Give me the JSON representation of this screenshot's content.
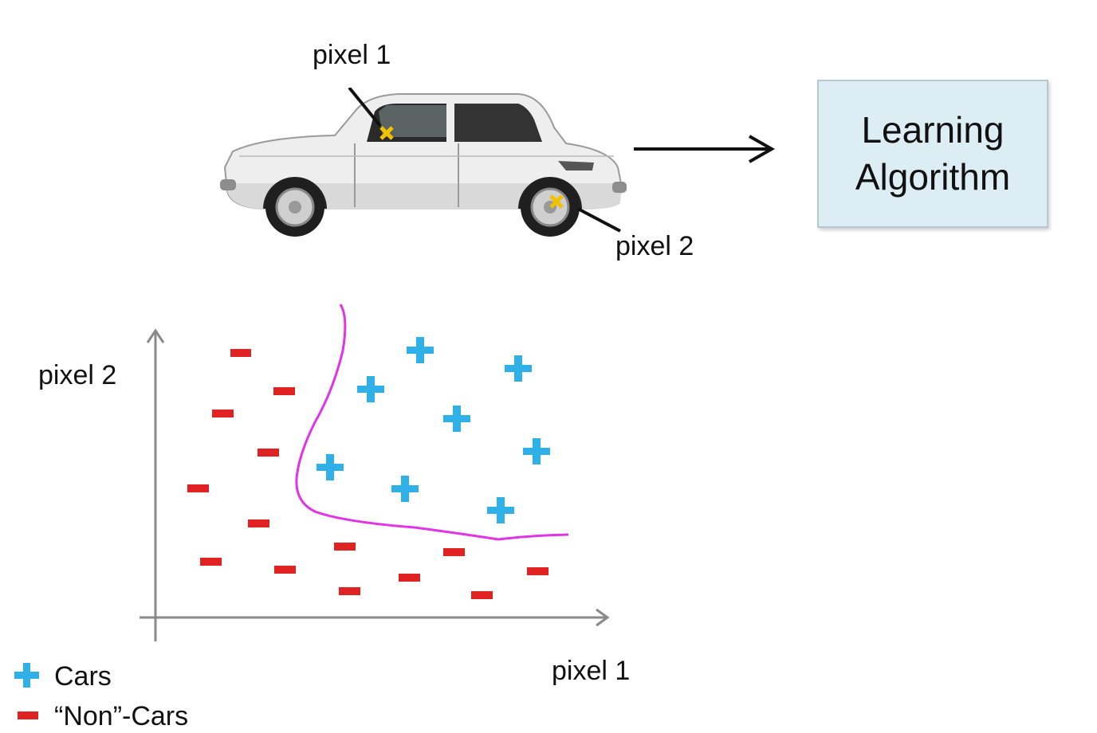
{
  "car": {
    "pixel1_label": "pixel 1",
    "pixel2_label": "pixel 2"
  },
  "algorithm_box": {
    "line1": "Learning",
    "line2": "Algorithm"
  },
  "plot": {
    "ylabel": "pixel 2",
    "xlabel": "pixel 1"
  },
  "legend": {
    "cars": "Cars",
    "noncars": "“Non”-Cars"
  },
  "colors": {
    "cars_marker": "#2fb0e6",
    "noncars_marker": "#e02222",
    "boundary": "#e234e4",
    "axis": "#8a8a8a",
    "box_fill": "#dcedf3",
    "pixel_marker": "#f2c200"
  },
  "icons": {
    "cars": "plus-marker",
    "noncars": "minus-marker",
    "pixel_points": "x-marker"
  }
}
